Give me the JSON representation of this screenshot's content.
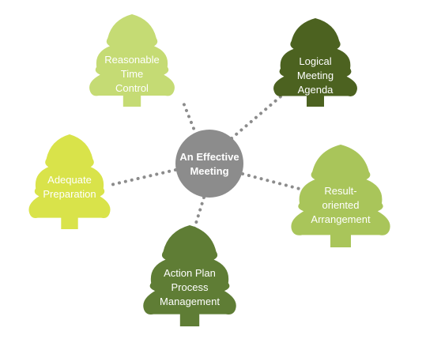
{
  "diagram": {
    "center": {
      "label_lines": [
        "An Effective",
        "Meeting"
      ],
      "color": "#8c8c8c"
    },
    "connector_color": "#8c8c8c",
    "trees": [
      {
        "id": "reasonable-time-control",
        "label_lines": [
          "Reasonable",
          "Time",
          "Control"
        ],
        "color": "#c5db74"
      },
      {
        "id": "logical-meeting-agenda",
        "label_lines": [
          "Logical",
          "Meeting",
          "Agenda"
        ],
        "color": "#4c6220"
      },
      {
        "id": "adequate-preparation",
        "label_lines": [
          "Adequate",
          "Preparation"
        ],
        "color": "#d9e34a"
      },
      {
        "id": "result-oriented-arrangement",
        "label_lines": [
          "Result-",
          "oriented",
          "Arrangement"
        ],
        "color": "#a9c55a"
      },
      {
        "id": "action-plan-process-management",
        "label_lines": [
          "Action Plan",
          "Process",
          "Management"
        ],
        "color": "#5f7d35"
      }
    ]
  }
}
